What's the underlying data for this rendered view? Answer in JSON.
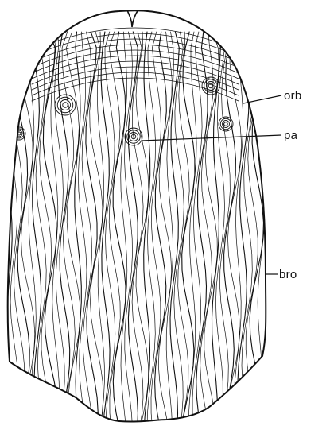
{
  "labels": {
    "orb": "orb",
    "pa": "pa",
    "bro": "bro"
  },
  "colors": {
    "ink": "#111111",
    "paper": "#ffffff"
  }
}
